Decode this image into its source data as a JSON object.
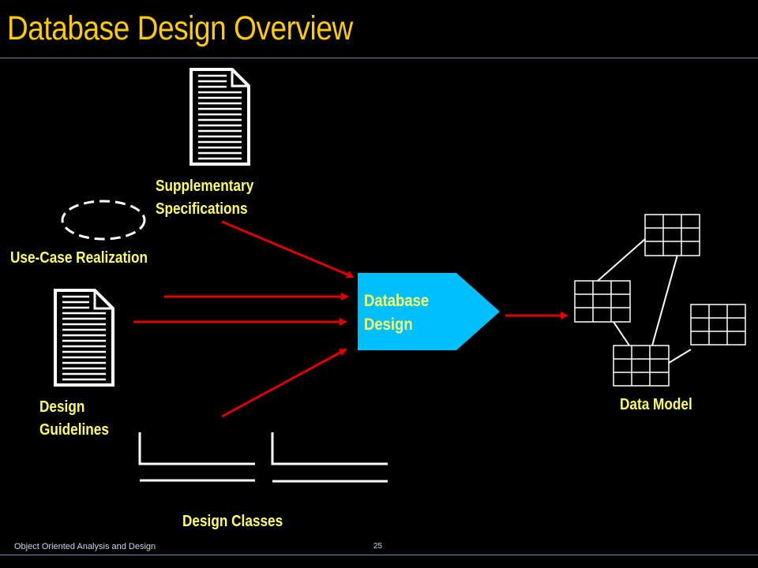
{
  "slide": {
    "title": "Database Design Overview",
    "footer_left": "Object Oriented Analysis and Design",
    "page_number": "25"
  },
  "diagram": {
    "supplementary": {
      "line1": "Supplementary",
      "line2": "Specifications"
    },
    "use_case": "Use-Case Realization",
    "guidelines": {
      "line1": "Design",
      "line2": "Guidelines"
    },
    "design_classes": "Design Classes",
    "database_design": {
      "line1": "Database",
      "line2": "Design"
    },
    "data_model": "Data Model"
  },
  "colors": {
    "title": "#ffcc00",
    "label": "#ffff66",
    "arrow": "#e00000",
    "process_fill": "#00bfff",
    "outline": "#ffffff",
    "background": "#000000"
  },
  "icons": {
    "document": "document-icon",
    "use_case": "dashed-ellipse-icon",
    "class": "class-box-icon",
    "table": "table-icon"
  }
}
